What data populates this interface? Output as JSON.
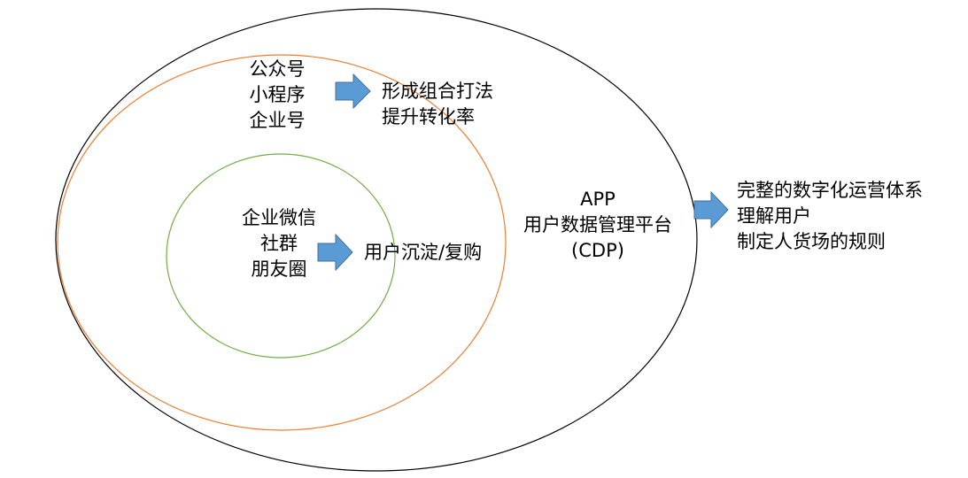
{
  "colors": {
    "outer_circle": "#000000",
    "middle_circle": "#ED7D31",
    "inner_circle": "#70AD47",
    "arrow_fill": "#5B9BD5",
    "arrow_stroke": "#41719C"
  },
  "inner": {
    "channels": [
      "企业微信",
      "社群",
      "朋友圈"
    ],
    "result": "用户沉淀/复购"
  },
  "middle": {
    "channels": [
      "公众号",
      "小程序",
      "企业号"
    ],
    "result": [
      "形成组合打法",
      "提升转化率"
    ]
  },
  "outer": {
    "labels": [
      "APP",
      "用户数据管理平台",
      "(CDP)"
    ],
    "result": [
      "完整的数字化运营体系",
      "理解用户",
      "制定人货场的规则"
    ]
  },
  "icons": [
    "arrow-right-icon",
    "arrow-right-icon",
    "arrow-right-icon"
  ]
}
